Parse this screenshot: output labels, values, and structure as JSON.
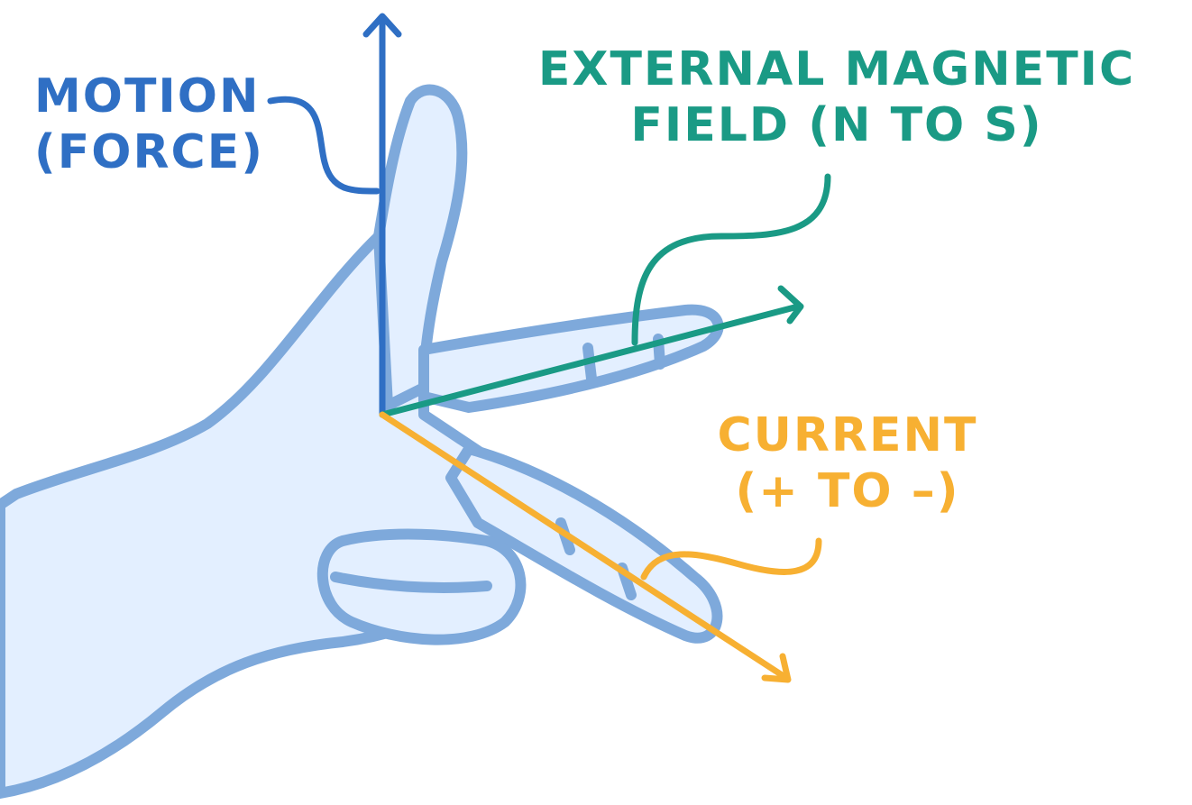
{
  "labels": {
    "motion": [
      "MOTION",
      "(FORCE)"
    ],
    "field": [
      "EXTERNAL MAGNETIC",
      "FIELD (N TO S)"
    ],
    "current": [
      "CURRENT",
      "(+ TO –)"
    ]
  },
  "colors": {
    "motion": "#2f6fc4",
    "field": "#1a9a85",
    "current": "#f7b032",
    "hand_fill": "#e3efff",
    "hand_outline": "#7ea9db",
    "background": "#ffffff"
  }
}
